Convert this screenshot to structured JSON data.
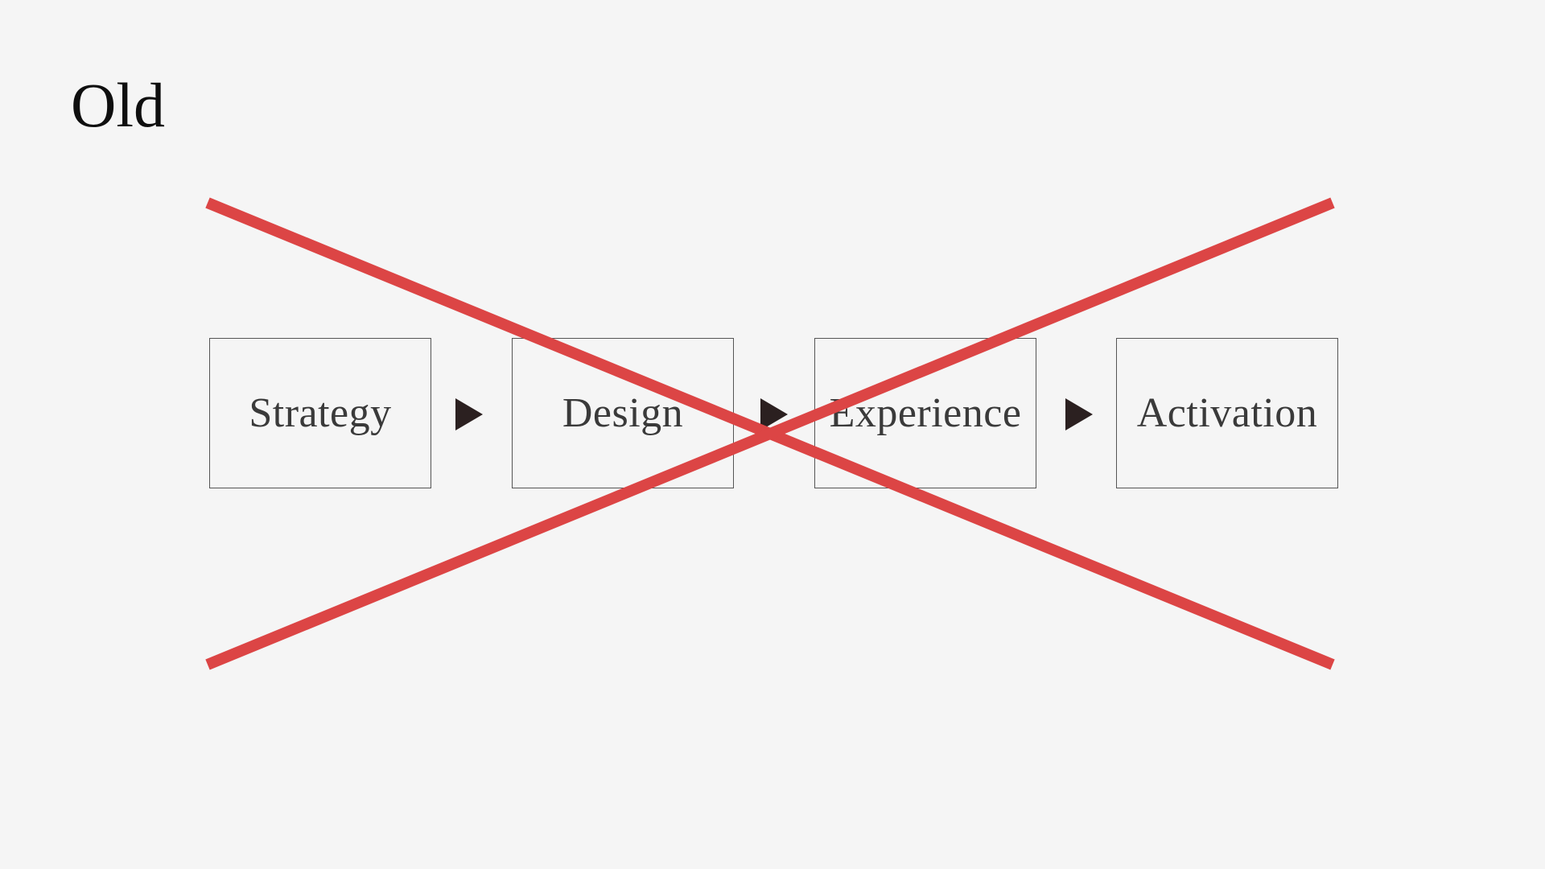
{
  "slide": {
    "title": "Old",
    "background": "#f5f5f5"
  },
  "flow": {
    "steps": [
      {
        "label": "Strategy"
      },
      {
        "label": "Design"
      },
      {
        "label": "Experience"
      },
      {
        "label": "Activation"
      }
    ],
    "connector_icon": "triangle-right-icon",
    "box_border_color": "#555555",
    "arrow_color": "#2b2020"
  },
  "overlay": {
    "icon": "cross-out-icon",
    "color": "#dc4545"
  }
}
